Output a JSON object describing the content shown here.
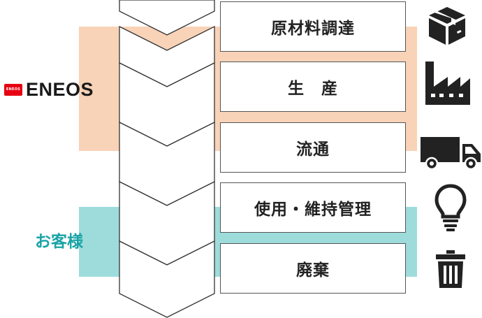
{
  "actors": {
    "company": {
      "logo_text": "ENEOS",
      "logo_mark_text": "ENEOS",
      "band_color": "#f8d3b8"
    },
    "customer": {
      "label": "お客様",
      "label_color": "#1aa3a6",
      "band_color": "#9edcdc"
    }
  },
  "stages": [
    {
      "label": "原材料調達",
      "icon": "cardboard-box-icon"
    },
    {
      "label": "生　産",
      "icon": "factory-icon"
    },
    {
      "label": "流通",
      "icon": "delivery-truck-icon"
    },
    {
      "label": "使用・維持管理",
      "icon": "light-bulb-icon"
    },
    {
      "label": "廃棄",
      "icon": "trash-can-icon"
    }
  ],
  "colors": {
    "icon": "#222222",
    "border": "#555555",
    "chevron_stroke": "#333333"
  }
}
